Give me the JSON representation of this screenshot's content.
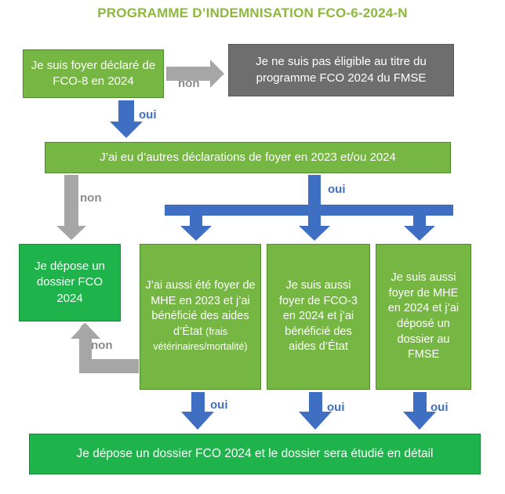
{
  "title": "PROGRAMME D’INDEMNISATION FCO-6-2024-N",
  "boxes": {
    "start": "Je suis foyer déclaré de FCO-8 en 2024",
    "not_eligible": "Je ne suis pas éligible au titre du programme FCO 2024 du FMSE",
    "other_declarations": "J’ai eu d’autres déclarations de foyer en 2023 et/ou 2024",
    "deposit_left": "Je dépose un dossier FCO 2024",
    "mhe_2023_main": "J’ai aussi été foyer de MHE en 2023 et j’ai bénéficié des aides d’État",
    "mhe_2023_small": "(frais vétérinaires/mortalité)",
    "fco3_2024": "Je suis aussi foyer de FCO-3 en 2024 et j’ai bénéficié des aides d’État",
    "mhe_2024": "Je suis aussi foyer de MHE en 2024 et j’ai déposé un dossier au FMSE",
    "final": "Je dépose un dossier FCO 2024 et le dossier sera étudié en détail"
  },
  "labels": {
    "non_top": "non",
    "oui_1": "oui",
    "oui_2": "oui",
    "non_left": "non",
    "non_bottom": "non",
    "oui_b1": "oui",
    "oui_b2": "oui",
    "oui_b3": "oui"
  },
  "colors": {
    "title": "#8cb83c",
    "box_green": "#76b642",
    "box_dark_green": "#1fb34c",
    "box_gray": "#6e6e6e",
    "arrow_blue": "#3f6fc2",
    "arrow_gray": "#a6a6a6"
  }
}
